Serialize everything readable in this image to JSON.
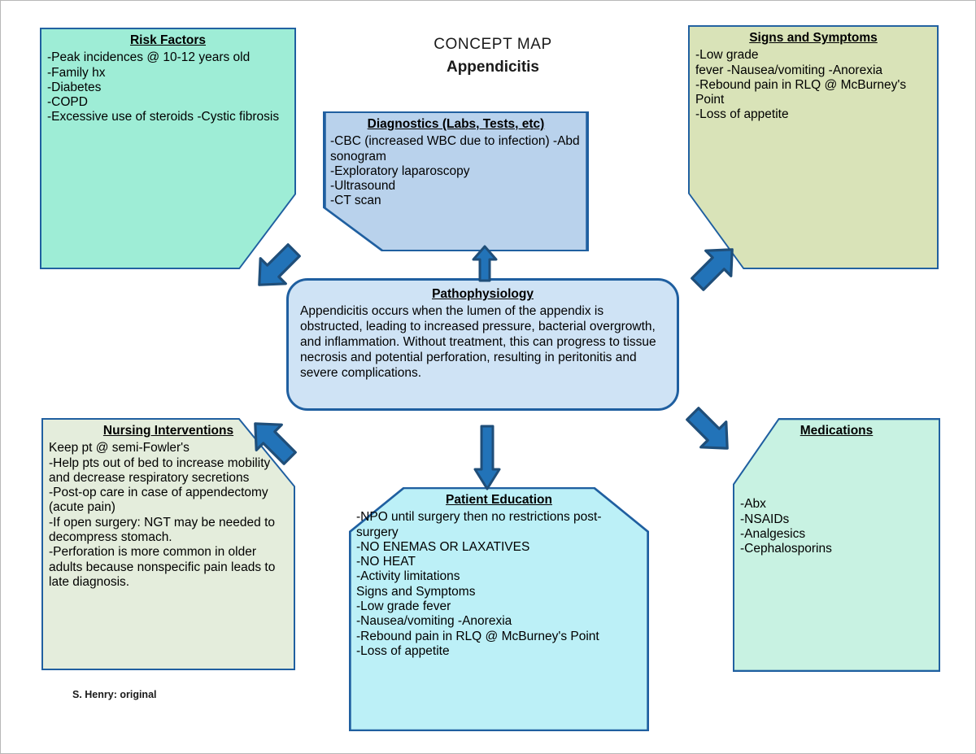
{
  "heading": {
    "line1": "CONCEPT MAP",
    "line2": "Appendicitis"
  },
  "credit": "S. Henry: original",
  "colors": {
    "border": "#1f5FA0",
    "arrow_fill": "#2273B8",
    "arrow_stroke": "#1F4E79",
    "risk_factors_bg": "#9EEDD6",
    "diagnostics_bg": "#B9D2EC",
    "signs_symptoms_bg": "#D9E3B8",
    "pathophysiology_bg": "#CFE3F5",
    "nursing_bg": "#E4EDDC",
    "patient_education_bg": "#BCF0F7",
    "medications_bg": "#C8F2E2",
    "page_border": "#b8b8b8"
  },
  "nodes": {
    "risk_factors": {
      "title": "Risk Factors",
      "body": "-Peak incidences @ 10-12 years old\n-Family hx\n-Diabetes\n-COPD\n-Excessive use of steroids -Cystic fibrosis"
    },
    "diagnostics": {
      "title": "Diagnostics (Labs, Tests, etc)",
      "body": "-CBC (increased WBC due to infection) -Abd sonogram\n-Exploratory laparoscopy\n-Ultrasound\n-CT scan"
    },
    "signs_symptoms": {
      "title": "Signs and Symptoms",
      "body": "-Low grade\nfever -Nausea/vomiting -Anorexia\n-Rebound pain in RLQ @ McBurney's Point\n-Loss of appetite"
    },
    "pathophysiology": {
      "title": "Pathophysiology",
      "body": "Appendicitis occurs when the lumen of the appendix is obstructed, leading to increased pressure, bacterial overgrowth, and inflammation. Without treatment, this can progress to tissue necrosis and potential perforation, resulting in peritonitis and severe complications."
    },
    "nursing_interventions": {
      "title": "Nursing Interventions",
      "body": "Keep pt @ semi-Fowler's\n-Help pts out of bed to increase mobility and decrease respiratory secretions\n-Post-op care in case of appendectomy (acute pain)\n-If open surgery: NGT may be needed to decompress stomach.\n-Perforation is more common in older adults because nonspecific pain leads to late diagnosis."
    },
    "patient_education": {
      "title": "Patient Education",
      "body": "-NPO until surgery then no restrictions post-surgery\n-NO ENEMAS OR LAXATIVES\n-NO HEAT\n-Activity limitations\nSigns and Symptoms\n-Low grade fever\n-Nausea/vomiting -Anorexia\n-Rebound pain in RLQ @ McBurney's Point\n-Loss of appetite"
    },
    "medications": {
      "title": "Medications",
      "body": "-Abx\n-NSAIDs\n-Analgesics\n-Cephalosporins"
    }
  },
  "arrows": [
    {
      "name": "arrow-to-risk-factors",
      "direction": "up-left"
    },
    {
      "name": "arrow-to-diagnostics",
      "direction": "up"
    },
    {
      "name": "arrow-to-signs-symptoms",
      "direction": "up-right"
    },
    {
      "name": "arrow-to-nursing-interventions",
      "direction": "down-left-reversed"
    },
    {
      "name": "arrow-to-patient-education",
      "direction": "down"
    },
    {
      "name": "arrow-to-medications",
      "direction": "down-right"
    }
  ]
}
